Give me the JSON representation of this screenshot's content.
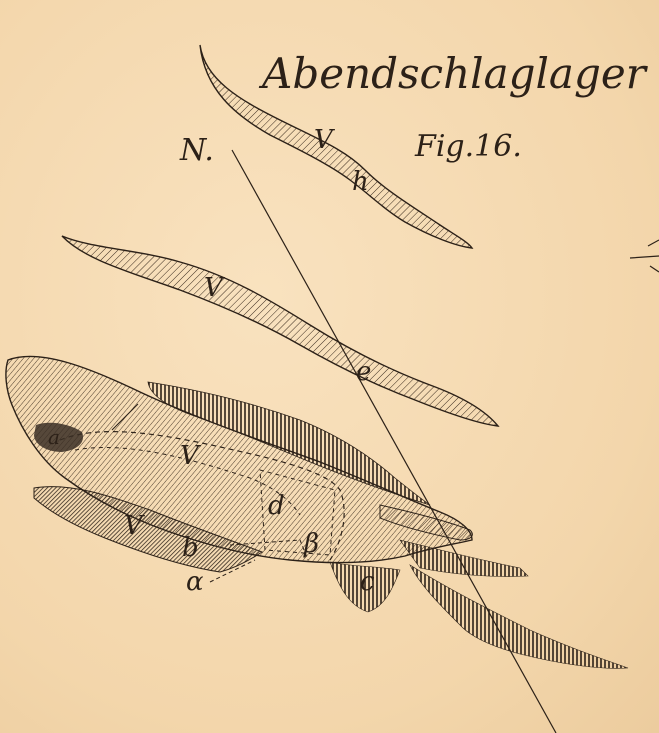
{
  "plate": {
    "title": "Abendschlaglager",
    "figure_label": "Fig.16.",
    "north_mark": "N."
  },
  "labels": {
    "v_top": "V",
    "h_top": "h",
    "v_mid": "V",
    "e_mid": "e",
    "v_main": "V",
    "d": "d",
    "v_low": "V",
    "b": "b",
    "beta": "β",
    "c": "c",
    "alpha": "α",
    "a": "a"
  },
  "colors": {
    "paper": "#f6dcb4",
    "ink": "#2c2118"
  }
}
